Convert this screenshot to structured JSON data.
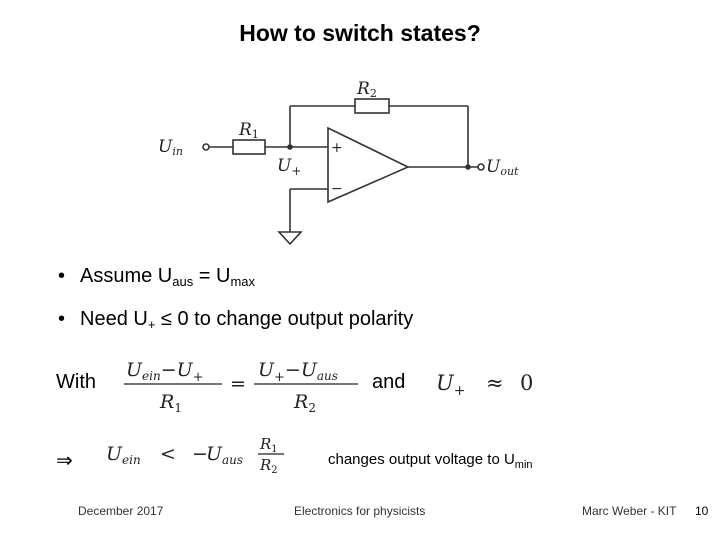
{
  "slide": {
    "title": "How to switch states?"
  },
  "circuit": {
    "r2_label": "R",
    "r2_sub": "2",
    "r1_label": "R",
    "r1_sub": "1",
    "uin_label": "U",
    "uin_sub": "in",
    "uplus_label": "U",
    "uplus_sub": "+",
    "uout_label": "U",
    "uout_sub": "out",
    "plus_sign": "+",
    "minus_sign": "−"
  },
  "bullets": [
    {
      "bullet": "•",
      "text1": "Assume U",
      "sub1": "aus",
      "text2": " = U",
      "sub2": "max"
    },
    {
      "bullet": "•",
      "text1": "Need U",
      "sub1": "+",
      "text2": " ≤ 0 to change output polarity"
    }
  ],
  "equation1": {
    "with_label": "With",
    "and_label": "and",
    "u_ein": "U",
    "ein_sub": "ein",
    "minus": "−",
    "u_plus": "U",
    "plus_sub": "+",
    "u_aus": "U",
    "aus_sub": "aus",
    "r": "R",
    "r1_sub": "1",
    "r2_sub": "2",
    "equals": "=",
    "approx": "≈",
    "zero": "0"
  },
  "equation2": {
    "implies": "⇒",
    "less": "<",
    "minus": "−",
    "changes_text": "changes output voltage to U",
    "changes_sub": "min"
  },
  "footer": {
    "date": "December 2017",
    "course": "Electronics for physicists",
    "author": "Marc Weber - KIT",
    "page": "10"
  }
}
